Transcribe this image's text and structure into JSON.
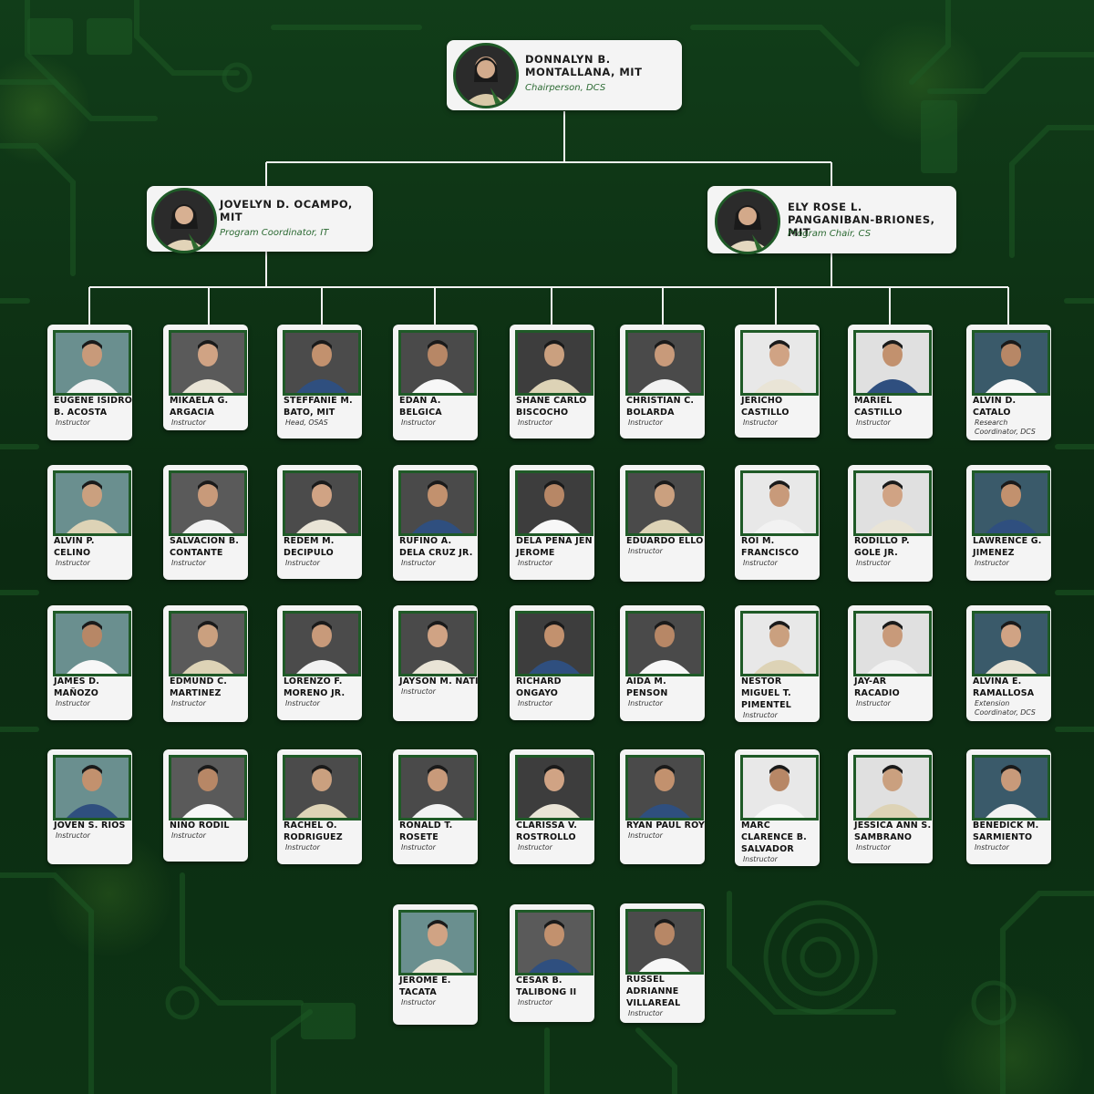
{
  "chair": {
    "name": "DONNALYN B. MONTALLANA, MIT",
    "role": "Chairperson, DCS"
  },
  "coordinators": [
    {
      "name": "JOVELYN D. OCAMPO, MIT",
      "role": "Program Coordinator, IT"
    },
    {
      "name": "ELY ROSE L. PANGANIBAN-BRIONES, MIT",
      "role": "Program Chair, CS"
    }
  ],
  "faculty": [
    {
      "name": "EUGENE ISIDRO B. ACOSTA",
      "role": "Instructor"
    },
    {
      "name": "MIKAELA G. ARGACIA",
      "role": "Instructor"
    },
    {
      "name": "STEFFANIE M. BATO, MIT",
      "role": "Head, OSAS"
    },
    {
      "name": "EDAN A. BELGICA",
      "role": "Instructor"
    },
    {
      "name": "SHANE CARLO BISCOCHO",
      "role": "Instructor"
    },
    {
      "name": "CHRISTIAN C. BOLARDA",
      "role": "Instructor"
    },
    {
      "name": "JERICHO CASTILLO",
      "role": "Instructor"
    },
    {
      "name": "MARIEL CASTILLO",
      "role": "Instructor"
    },
    {
      "name": "ALVIN D. CATALO",
      "role": "Research Coordinator, DCS"
    },
    {
      "name": "ALVIN P. CELINO",
      "role": "Instructor"
    },
    {
      "name": "SALVACION B. CONTANTE",
      "role": "Instructor"
    },
    {
      "name": "REDEM M. DECIPULO",
      "role": "Instructor"
    },
    {
      "name": "RUFINO A. DELA CRUZ JR.",
      "role": "Instructor"
    },
    {
      "name": "DELA PEÑA JEN JEROME",
      "role": "Instructor"
    },
    {
      "name": "EDUARDO ELLO",
      "role": "Instructor"
    },
    {
      "name": "ROI M. FRANCISCO",
      "role": "Instructor"
    },
    {
      "name": "RODILLO P. GOLE JR.",
      "role": "Instructor"
    },
    {
      "name": "LAWRENCE G. JIMENEZ",
      "role": "Instructor"
    },
    {
      "name": "JAMES D. MAÑOZO",
      "role": "Instructor"
    },
    {
      "name": "EDMUND C. MARTINEZ",
      "role": "Instructor"
    },
    {
      "name": "LORENZO F. MORENO JR.",
      "role": "Instructor"
    },
    {
      "name": "JAYSON M. NATI",
      "role": "Instructor"
    },
    {
      "name": "RICHARD ONGAYO",
      "role": "Instructor"
    },
    {
      "name": "AIDA M. PENSON",
      "role": "Instructor"
    },
    {
      "name": "NESTOR MIGUEL T. PIMENTEL",
      "role": "Instructor"
    },
    {
      "name": "JAY-AR RACADIO",
      "role": "Instructor"
    },
    {
      "name": "ALVINA E. RAMALLOSA",
      "role": "Extension Coordinator, DCS"
    },
    {
      "name": "JOVEN S. RIOS",
      "role": "Instructor"
    },
    {
      "name": "NIÑO RODIL",
      "role": "Instructor"
    },
    {
      "name": "RACHEL O. RODRIGUEZ",
      "role": "Instructor"
    },
    {
      "name": "RONALD T. ROSETE",
      "role": "Instructor"
    },
    {
      "name": "CLARISSA V. ROSTROLLO",
      "role": "Instructor"
    },
    {
      "name": "RYAN PAUL ROY",
      "role": "Instructor"
    },
    {
      "name": "MARC CLARENCE B. SALVADOR",
      "role": "Instructor"
    },
    {
      "name": "JESSICA ANN S. SAMBRANO",
      "role": "Instructor"
    },
    {
      "name": "BENEDICK M. SARMIENTO",
      "role": "Instructor"
    },
    {
      "name": "JEROME E. TACATA",
      "role": "Instructor"
    },
    {
      "name": "CESAR B. TALIBONG II",
      "role": "Instructor"
    },
    {
      "name": "RUSSEL ADRIANNE VILLAREAL",
      "role": "Instructor"
    }
  ]
}
